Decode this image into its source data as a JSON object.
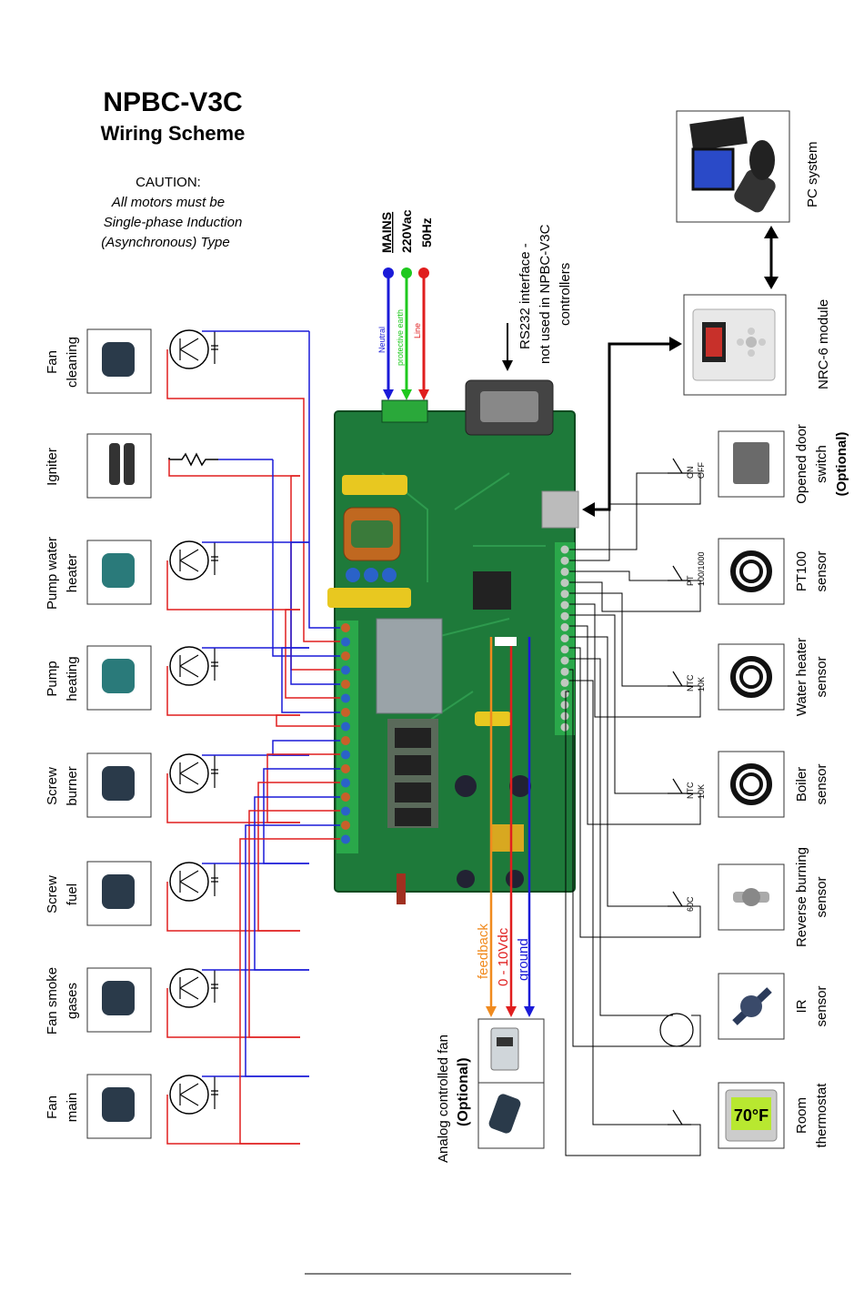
{
  "header": {
    "title": "NPBC-V3C",
    "subtitle": "Wiring Scheme",
    "caution_title": "CAUTION:",
    "caution_line1": "All motors must be",
    "caution_line2": "Single-phase Induction",
    "caution_line3": "(Asynchronous) Type"
  },
  "mains": {
    "title": "MAINS",
    "voltage": "220Vac",
    "frequency": "50Hz",
    "neutral": "Neutral",
    "earth": "protective earth",
    "line": "Line"
  },
  "rs232": {
    "line1": "RS232 interface -",
    "line2": "not used in NPBC-V3C",
    "line3": "controllers"
  },
  "left_devices": [
    {
      "label1": "Fan",
      "label2": "cleaning",
      "symbol": "motor"
    },
    {
      "label1": "Igniter",
      "label2": "",
      "symbol": "resistor"
    },
    {
      "label1": "Pump water",
      "label2": "heater",
      "symbol": "motor"
    },
    {
      "label1": "Pump",
      "label2": "heating",
      "symbol": "motor"
    },
    {
      "label1": "Screw",
      "label2": "burner",
      "symbol": "motor"
    },
    {
      "label1": "Screw",
      "label2": "fuel",
      "symbol": "motor"
    },
    {
      "label1": "Fan smoke",
      "label2": "gases",
      "symbol": "motor"
    },
    {
      "label1": "Fan",
      "label2": "main",
      "symbol": "motor"
    }
  ],
  "right_devices": [
    {
      "label1": "PC system",
      "label2": "",
      "label3": ""
    },
    {
      "label1": "NRC-6 module",
      "label2": "",
      "label3": ""
    },
    {
      "label1": "Opened door",
      "label2": "switch",
      "label3": "(Optional)",
      "sym1": "ON",
      "sym2": "OFF"
    },
    {
      "label1": "PT100",
      "label2": "sensor",
      "label3": "",
      "sym1": "PT",
      "sym2": "100/1000"
    },
    {
      "label1": "Water heater",
      "label2": "sensor",
      "label3": "",
      "sym1": "NTC",
      "sym2": "10K"
    },
    {
      "label1": "Boiler",
      "label2": "sensor",
      "label3": "",
      "sym1": "NTC",
      "sym2": "10K"
    },
    {
      "label1": "Reverse burning",
      "label2": "sensor",
      "label3": "",
      "sym1": "60C",
      "sym2": ""
    },
    {
      "label1": "IR",
      "label2": "sensor",
      "label3": "",
      "sym1": "",
      "sym2": ""
    },
    {
      "label1": "Room",
      "label2": "thermostat",
      "label3": "",
      "sym1": "",
      "sym2": ""
    }
  ],
  "thermostat_display": "70°F",
  "analog_fan": {
    "label1": "Analog controlled fan",
    "label2": "(Optional)",
    "feedback": "feedback",
    "control": "0 - 10Vdc",
    "ground": "ground"
  },
  "colors": {
    "neutral": "#1a1ad8",
    "earth": "#1ec81e",
    "line": "#e01e1e",
    "feedback": "#f08a1e",
    "pcb": "#1e7a3a",
    "terminal": "#2a9a3a"
  }
}
